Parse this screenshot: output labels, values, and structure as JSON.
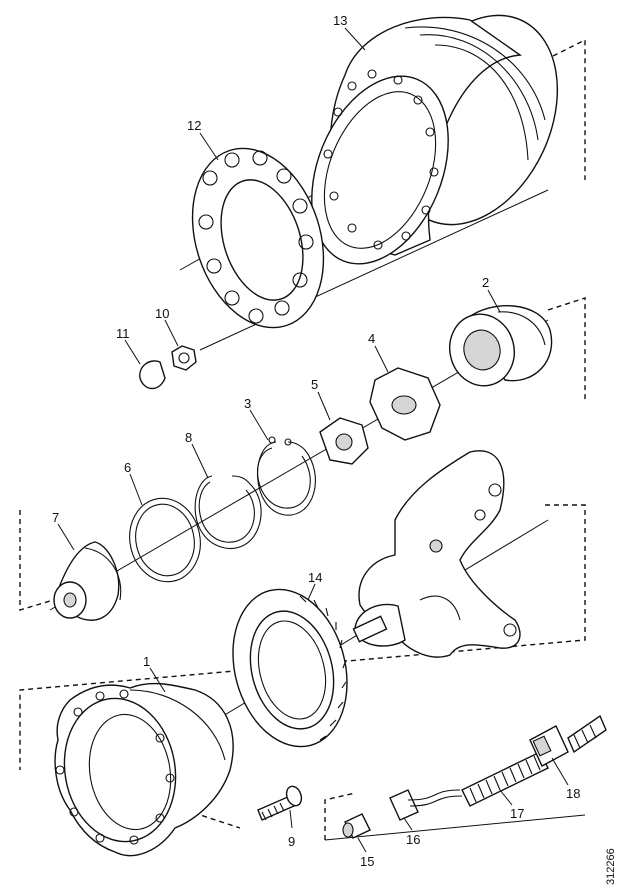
{
  "callouts": [
    {
      "id": "1",
      "label": "1"
    },
    {
      "id": "2",
      "label": "2"
    },
    {
      "id": "3",
      "label": "3"
    },
    {
      "id": "4",
      "label": "4"
    },
    {
      "id": "5",
      "label": "5"
    },
    {
      "id": "6",
      "label": "6"
    },
    {
      "id": "7",
      "label": "7"
    },
    {
      "id": "8",
      "label": "8"
    },
    {
      "id": "9",
      "label": "9"
    },
    {
      "id": "10",
      "label": "10"
    },
    {
      "id": "11",
      "label": "11"
    },
    {
      "id": "12",
      "label": "12"
    },
    {
      "id": "13",
      "label": "13"
    },
    {
      "id": "14",
      "label": "14"
    },
    {
      "id": "15",
      "label": "15"
    },
    {
      "id": "16",
      "label": "16"
    },
    {
      "id": "17",
      "label": "17"
    },
    {
      "id": "18",
      "label": "18"
    }
  ],
  "document_number": "312266"
}
